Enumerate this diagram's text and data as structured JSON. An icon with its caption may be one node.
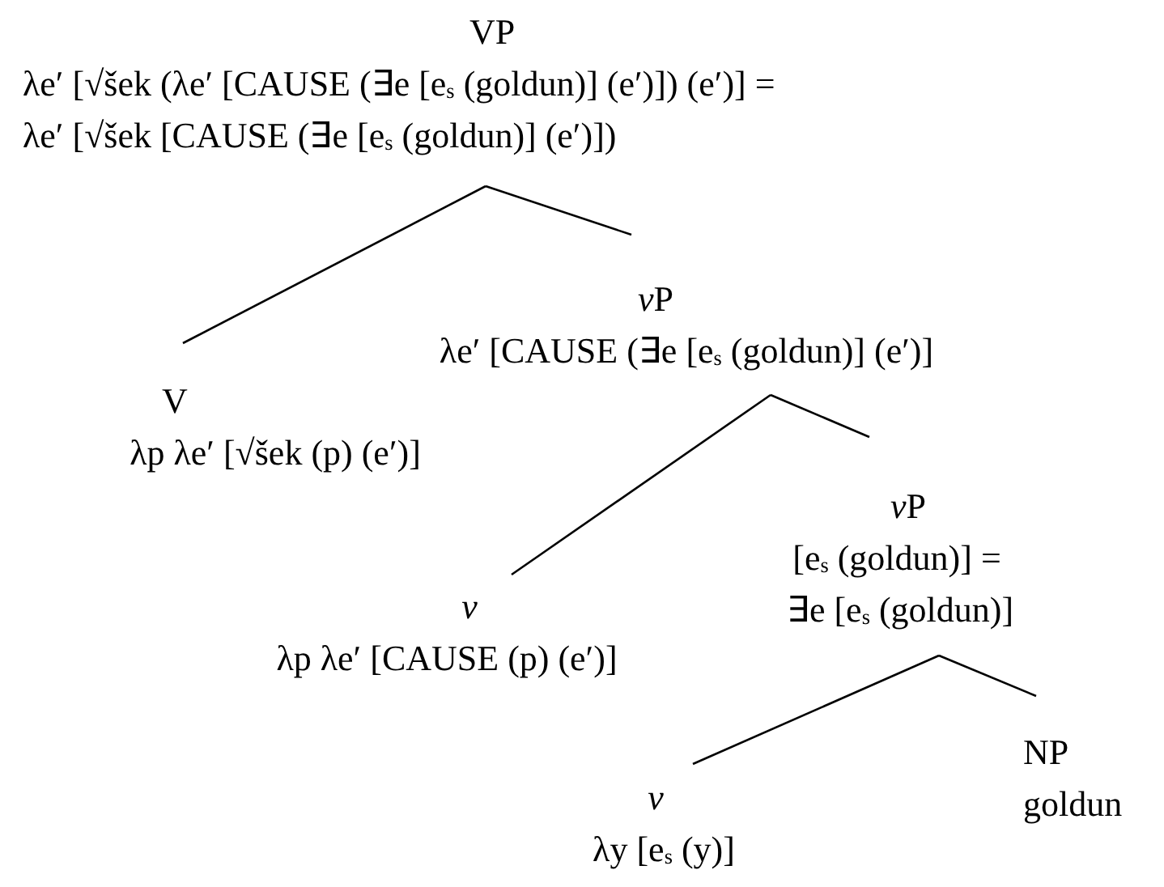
{
  "diagram": {
    "nodes": [
      {
        "text": [
          "VP",
          "λe′ [√šek (λe′ [CAUSE (∃e [e$_{s}$ (goldun)] (e′)]) (e′)] =",
          "λe′ [√šek [CAUSE (∃e [e$_{s}$ (goldun)] (e′)])"
        ]
      },
      {
        "text": [
          "V",
          "λp λe′ [√šek (p) (e′)]"
        ]
      },
      {
        "text": [
          "vP",
          "λe′ [CAUSE (∃e [e$_{s}$ (goldun)] (e′)]"
        ]
      },
      {
        "text": [
          "v",
          "λp λe′ [CAUSE (p) (e′)]"
        ]
      },
      {
        "text": [
          "vP",
          "[e$_{s}$ (goldun)] =",
          "∃e [e$_{s}$ (goldun)]"
        ]
      },
      {
        "text": [
          "v",
          "λy [e$_{s}$ (y)]"
        ]
      },
      {
        "text": [
          "NP",
          "goldun"
        ]
      }
    ],
    "edges": [
      {
        "from": 0,
        "to": 1,
        "arrow": "none"
      },
      {
        "from": 0,
        "to": 2,
        "arrow": "none"
      },
      {
        "from": 2,
        "to": 3,
        "arrow": "none"
      },
      {
        "from": 2,
        "to": 4,
        "arrow": "none"
      },
      {
        "from": 4,
        "to": 5,
        "arrow": "none"
      },
      {
        "from": 4,
        "to": 6,
        "arrow": "none"
      }
    ]
  }
}
